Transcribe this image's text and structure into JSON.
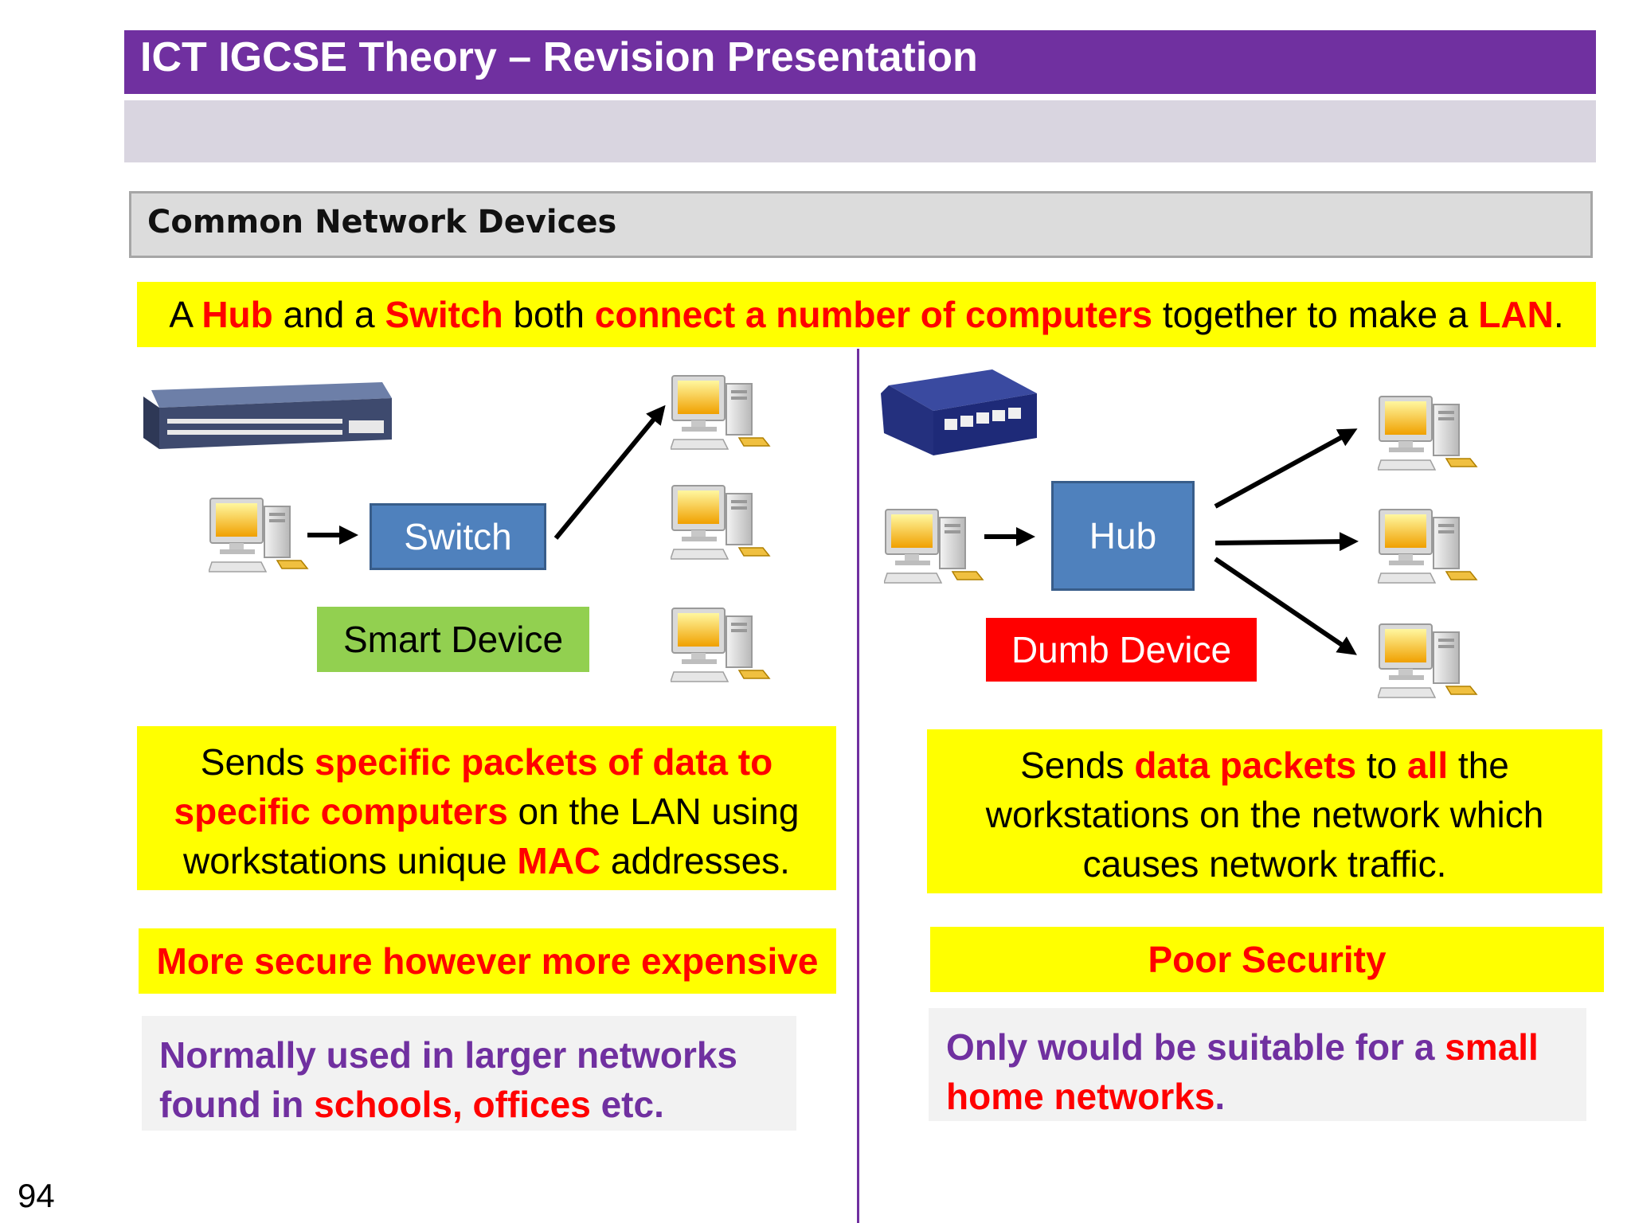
{
  "header": {
    "title": "ICT IGCSE Theory – Revision Presentation"
  },
  "section": {
    "title": "Common Network Devices"
  },
  "intro": {
    "p1": "A ",
    "hub": "Hub",
    "p2": " and a ",
    "switch": "Switch",
    "p3": " both ",
    "connect": "connect a number of computers",
    "p4": " together to make a ",
    "lan": "LAN",
    "p5": "."
  },
  "switch_side": {
    "box_label": "Switch",
    "type_label": "Smart Device",
    "desc": {
      "p1": "Sends ",
      "h1": "specific packets of data to",
      "h2": "specific computers",
      "p2": " on the LAN using",
      "p3": "workstations unique ",
      "h3": "MAC",
      "p4": " addresses."
    },
    "callout": "More secure however more expensive",
    "usage": {
      "p1": "Normally used in larger networks",
      "p2": "found in ",
      "h1": "schools, offices",
      "p3": " etc."
    },
    "type_color": "#92d050"
  },
  "hub_side": {
    "box_label": "Hub",
    "type_label": "Dumb Device",
    "desc": {
      "p1": "Sends ",
      "h1": "data packets",
      "p2": " to ",
      "h2": "all",
      "p3": " the",
      "p4": "workstations on the network which",
      "p5": "causes network traffic."
    },
    "callout": "Poor Security",
    "usage": {
      "p1": "Only would be suitable for a ",
      "h1": "small",
      "h2": "home networks",
      "p2": "."
    },
    "type_color": "#ff0000"
  },
  "colors": {
    "accent": "#7030a0",
    "highlight": "#ffff00",
    "emphasis": "#ff0000",
    "box": "#4f81bd"
  },
  "page": {
    "number": "94"
  }
}
